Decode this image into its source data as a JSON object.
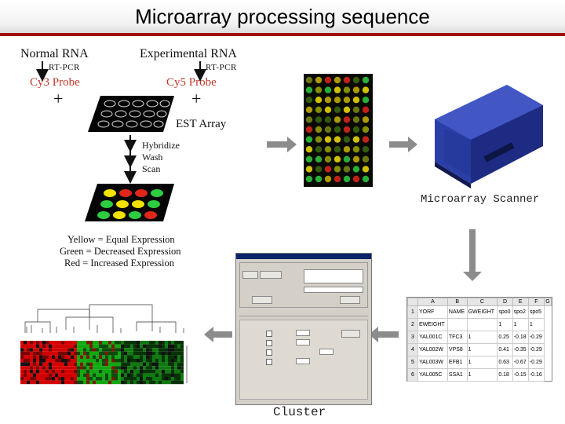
{
  "title": "Microarray processing sequence",
  "prep": {
    "normal_rna": "Normal RNA",
    "experimental_rna": "Experimental RNA",
    "rt_pcr_left": "RT-PCR",
    "rt_pcr_right": "RT-PCR",
    "cy3_probe": "Cy3 Probe",
    "cy5_probe": "Cy5 Probe",
    "plus_left": "+",
    "plus_right": "+",
    "est_array": "EST Array",
    "step_hybridize": "Hybridize",
    "step_wash": "Wash",
    "step_scan": "Scan"
  },
  "legend": {
    "yellow": "Yellow = Equal Expression",
    "green": "Green = Decreased Expression",
    "red": "Red = Increased Expression"
  },
  "scanner_caption": "Microarray Scanner",
  "cluster_caption": "Cluster",
  "colors": {
    "title_rule": "#a01010",
    "probe_text": "#c0392b",
    "arrow": "#8c8c8c",
    "spot_yellow": "#f2e200",
    "spot_green": "#2ecc40",
    "spot_red": "#e0261b",
    "scanner_blue": "#2a3fa8"
  },
  "spreadsheet": {
    "col_headers": [
      "A",
      "B",
      "C",
      "D",
      "E",
      "F",
      "G"
    ],
    "rows": [
      [
        "1",
        "YORF",
        "NAME",
        "GWEIGHT",
        "spo0",
        "spo2",
        "spo5"
      ],
      [
        "2",
        "EWEIGHT",
        "",
        "",
        "1",
        "1",
        "1"
      ],
      [
        "3",
        "YAL001C",
        "TFC3",
        "1",
        "0.25",
        "-0.18",
        "-0.29"
      ],
      [
        "4",
        "YAL002W",
        "VPS8",
        "1",
        "0.41",
        "-0.35",
        "-0.29"
      ],
      [
        "5",
        "YAL003W",
        "EFB1",
        "1",
        "0.63",
        "-0.67",
        "-0.29"
      ],
      [
        "6",
        "YAL005C",
        "SSA1",
        "1",
        "0.18",
        "-0.15",
        "-0.16"
      ]
    ]
  },
  "icons": {
    "arrows": [
      "arrow-right-icon",
      "arrow-down-icon",
      "arrow-left-icon"
    ]
  }
}
